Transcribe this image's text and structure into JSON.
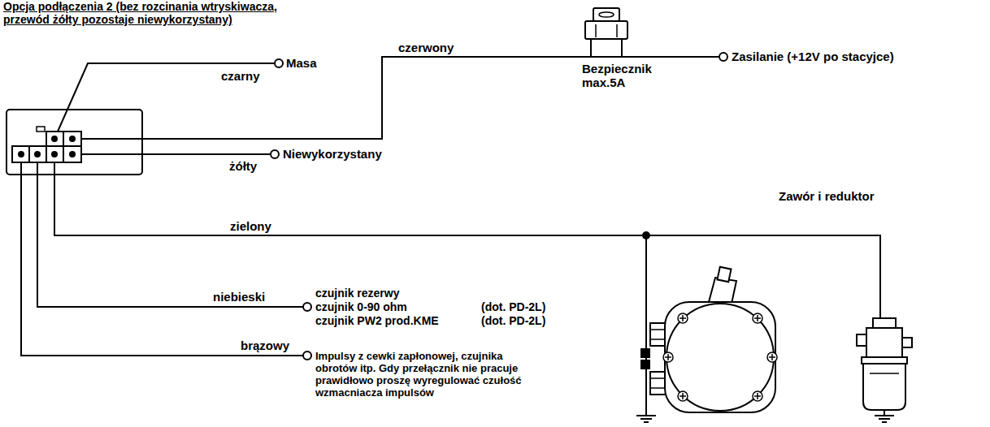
{
  "diagram": {
    "title": "Opcja podłączenia 2 (bez rozcinania wtryskiwacza, przewód żółty pozostaje niewykorzystany)",
    "labels": [
      "Masa",
      "czarny",
      "czerwony",
      "Zasilanie (+12V po stacyjce)",
      "Bezpiecznik max.5A",
      "Niewykorzystany",
      "żółty",
      "zielony",
      "Zawór i reduktor",
      "niebieski",
      "czujnik rezerwy",
      "czujnik 0-90 ohm",
      "(dot. PD-2L)",
      "czujnik PW2 prod.KME",
      "(dot. PD-2L)",
      "brązowy",
      "Impulsy z cewki zapłonowej, czujnika obrotów itp. Gdy przełącznik nie pracuje prawidłowo proszę wyregulować czułość wzmacniacza impulsów"
    ]
  }
}
